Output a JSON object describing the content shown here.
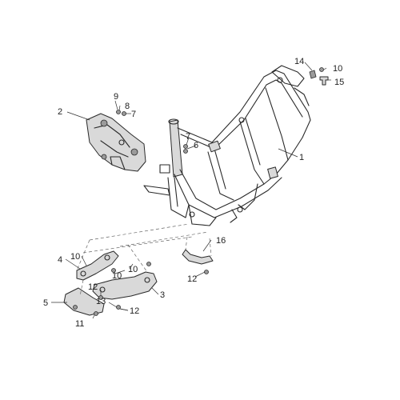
{
  "callouts": [
    {
      "id": "c1",
      "label": "1"
    },
    {
      "id": "c2",
      "label": "2"
    },
    {
      "id": "c3",
      "label": "3"
    },
    {
      "id": "c4",
      "label": "4"
    },
    {
      "id": "c5",
      "label": "5"
    },
    {
      "id": "c6",
      "label": "6"
    },
    {
      "id": "c7a",
      "label": "7"
    },
    {
      "id": "c7b",
      "label": "7"
    },
    {
      "id": "c8",
      "label": "8"
    },
    {
      "id": "c9",
      "label": "9"
    },
    {
      "id": "c10a",
      "label": "10"
    },
    {
      "id": "c10b",
      "label": "10"
    },
    {
      "id": "c10c",
      "label": "10"
    },
    {
      "id": "c10d",
      "label": "10"
    },
    {
      "id": "c11",
      "label": "11"
    },
    {
      "id": "c12a",
      "label": "12"
    },
    {
      "id": "c12b",
      "label": "12"
    },
    {
      "id": "c12c",
      "label": "12"
    },
    {
      "id": "c13",
      "label": "13"
    },
    {
      "id": "c14",
      "label": "14"
    },
    {
      "id": "c15",
      "label": "15"
    },
    {
      "id": "c16",
      "label": "16"
    }
  ]
}
